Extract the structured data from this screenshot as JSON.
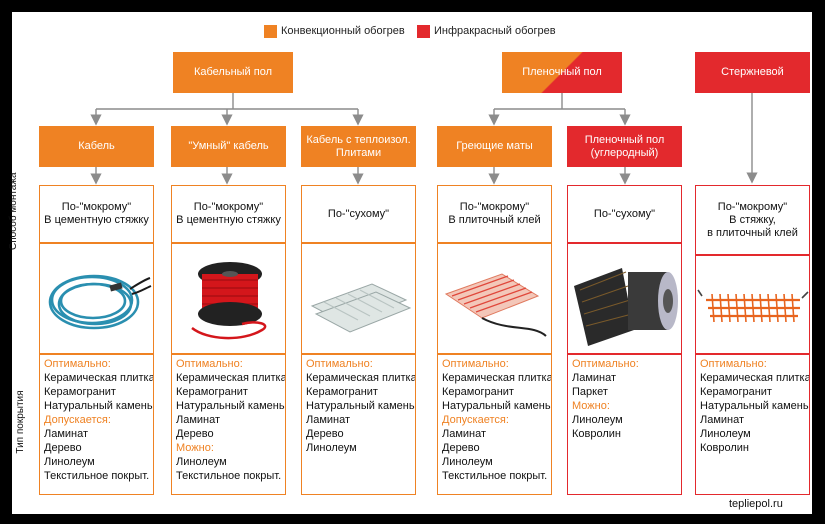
{
  "legend": [
    {
      "label": "Конвекционный обогрев",
      "color": "#ef8223"
    },
    {
      "label": "Инфракрасный обогрев",
      "color": "#e3292d"
    }
  ],
  "groups": [
    {
      "label": "Кабельный пол",
      "color": "#ef8223"
    },
    {
      "label": "Пленочный пол",
      "color": "split"
    },
    {
      "label": "Стержневой",
      "color": "#e3292d"
    }
  ],
  "side_labels": {
    "mount": "Способ монтажа",
    "cover": "Тип покрытия"
  },
  "columns": [
    {
      "type_label": "Кабель",
      "mount": [
        "По-\"мокрому\"",
        "В цементную стяжку"
      ],
      "image_icon": "blue-cable-coil-icon",
      "cover_groups": [
        {
          "heading": "Оптимально:",
          "items": [
            "Керамическая плитка",
            "Керамогранит",
            "Натуральный камень"
          ]
        },
        {
          "heading": "Допускается:",
          "items": [
            "Ламинат",
            "Дерево",
            "Линолеум",
            "Текстильное покрыт."
          ]
        }
      ]
    },
    {
      "type_label": "\"Умный\" кабель",
      "mount": [
        "По-\"мокрому\"",
        "В цементную стяжку"
      ],
      "image_icon": "red-cable-spool-icon",
      "cover_groups": [
        {
          "heading": "Оптимально:",
          "items": [
            "Керамическая плитка",
            "Керамогранит",
            "Натуральный камень",
            "Ламинат",
            "Дерево"
          ]
        },
        {
          "heading": "Можно:",
          "items": [
            "Линолеум",
            "Текстильное покрыт."
          ]
        }
      ]
    },
    {
      "type_label": "Кабель с теплоизол. Плитами",
      "mount": [
        "По-\"сухому\""
      ],
      "image_icon": "insulation-panels-icon",
      "cover_groups": [
        {
          "heading": "Оптимально:",
          "items": [
            "Керамическая плитка",
            "Керамогранит",
            "Натуральный камень",
            "Ламинат",
            "Дерево",
            "Линолеум"
          ]
        }
      ]
    },
    {
      "type_label": "Греющие маты",
      "mount": [
        "По-\"мокрому\"",
        "В плиточный клей"
      ],
      "image_icon": "heating-mat-icon",
      "cover_groups": [
        {
          "heading": "Оптимально:",
          "items": [
            "Керамическая плитка",
            "Керамогранит",
            "Натуральный камень"
          ]
        },
        {
          "heading": "Допускается:",
          "items": [
            "Ламинат",
            "Дерево",
            "Линолеум",
            "Текстильное покрыт."
          ]
        }
      ]
    },
    {
      "type_label": "Пленочный пол (углеродный)",
      "mount": [
        "По-\"сухому\""
      ],
      "image_icon": "film-rolls-icon",
      "cover_groups": [
        {
          "heading": "Оптимально:",
          "items": [
            "Ламинат",
            "Паркет"
          ]
        },
        {
          "heading": "Можно:",
          "items": [
            "Линолеум",
            "Ковролин"
          ]
        }
      ]
    },
    {
      "type_label": "",
      "mount": [
        "По-\"мокрому\"",
        "В стяжку,",
        "в плиточный клей"
      ],
      "image_icon": "rod-mat-icon",
      "cover_groups": [
        {
          "heading": "Оптимально:",
          "items": [
            "Керамическая плитка",
            "Керамогранит",
            "Натуральный камень",
            "Ламинат",
            "Линолеум",
            "Ковролин"
          ]
        }
      ]
    }
  ],
  "watermark": "tepliepol.ru",
  "colors": {
    "orange": "#ef8223",
    "red": "#e3292d",
    "line": "#8c8c8c"
  }
}
